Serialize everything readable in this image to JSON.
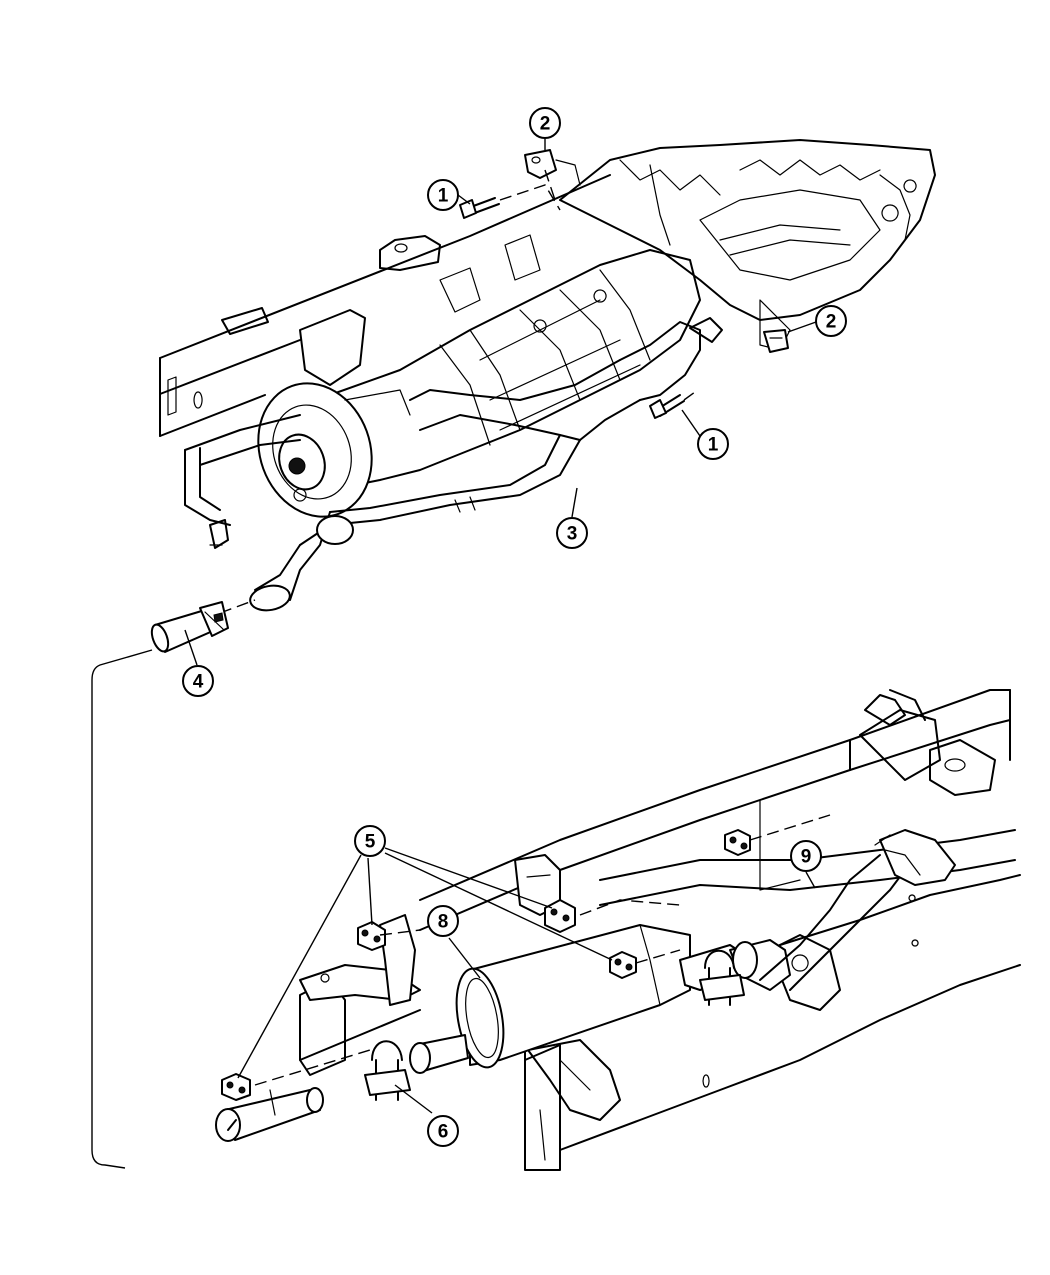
{
  "callouts": {
    "c1a": "1",
    "c1b": "1",
    "c2a": "2",
    "c2b": "2",
    "c3": "3",
    "c4": "4",
    "c5": "5",
    "c6": "6",
    "c8": "8",
    "c9": "9"
  }
}
